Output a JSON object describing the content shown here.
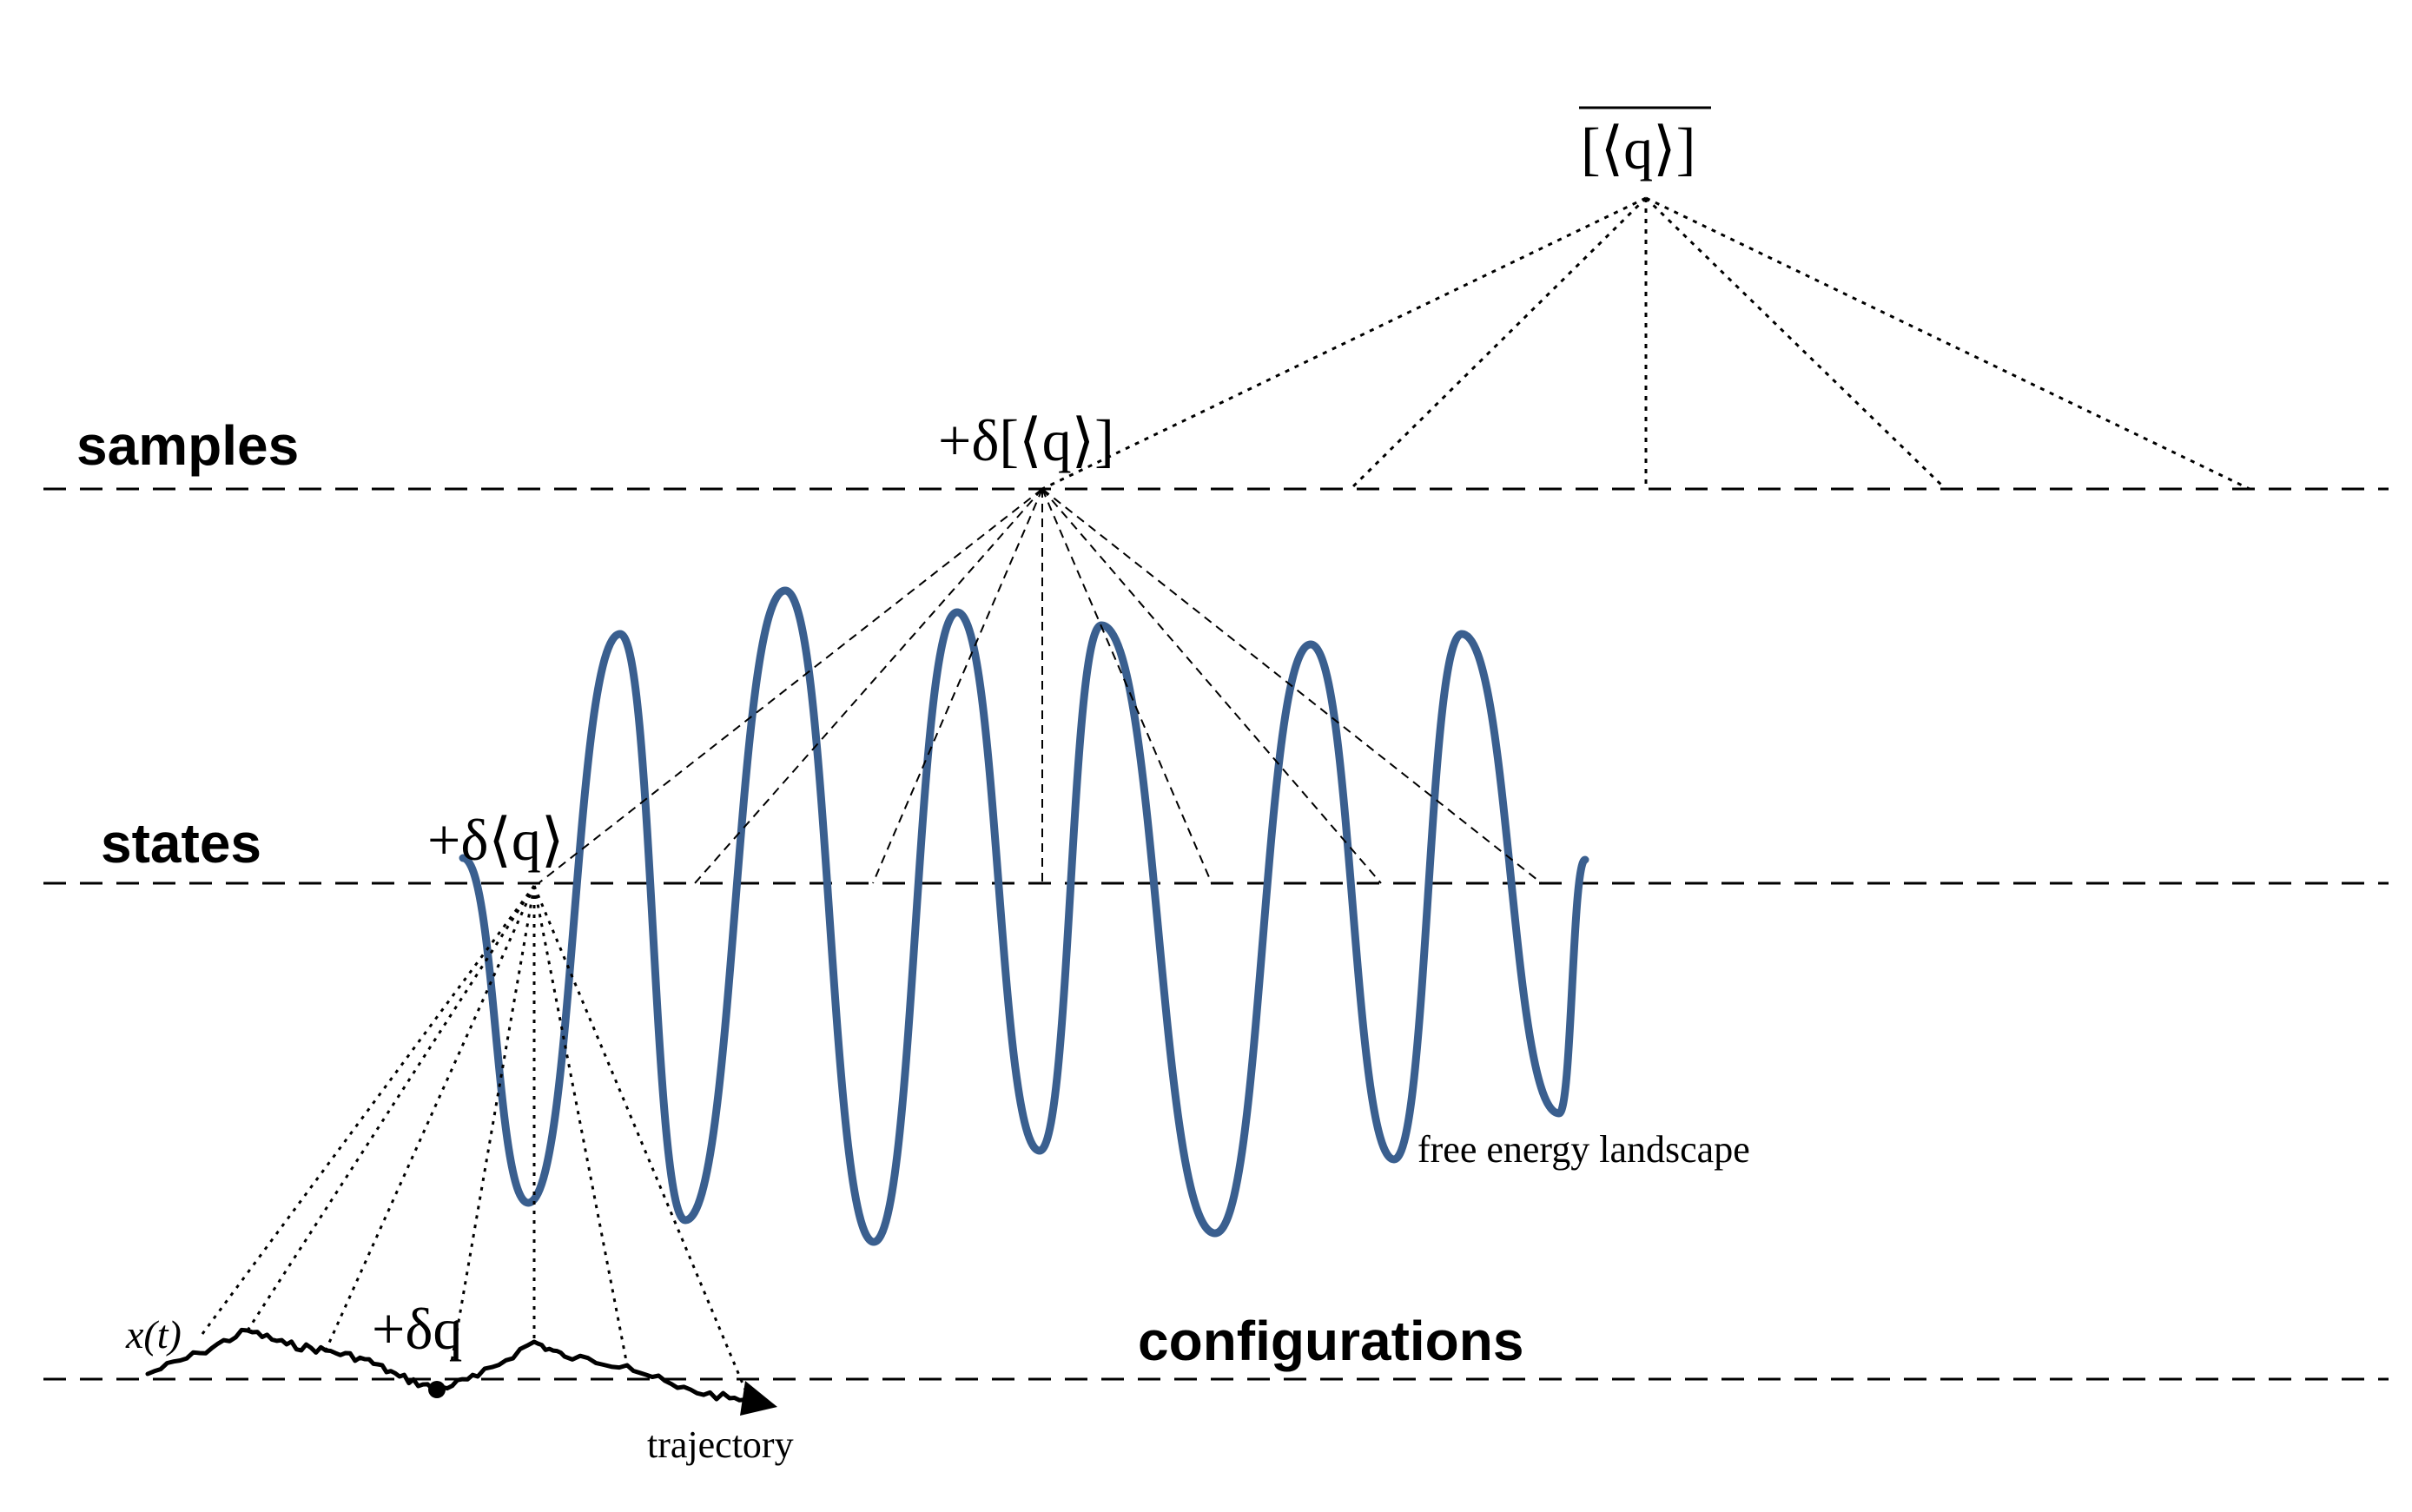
{
  "levels": {
    "samples": "samples",
    "states": "states",
    "configurations": "configurations"
  },
  "annotations": {
    "top_average": "[⟨q⟩]",
    "delta_sample": "+δ[⟨q⟩]",
    "delta_state": "+δ⟨q⟩",
    "delta_config": "+δq",
    "trajectory_var": "x(t)",
    "trajectory": "trajectory",
    "landscape": "free energy landscape"
  },
  "colors": {
    "landscape": "#3a5f8f",
    "lines": "#000000"
  }
}
